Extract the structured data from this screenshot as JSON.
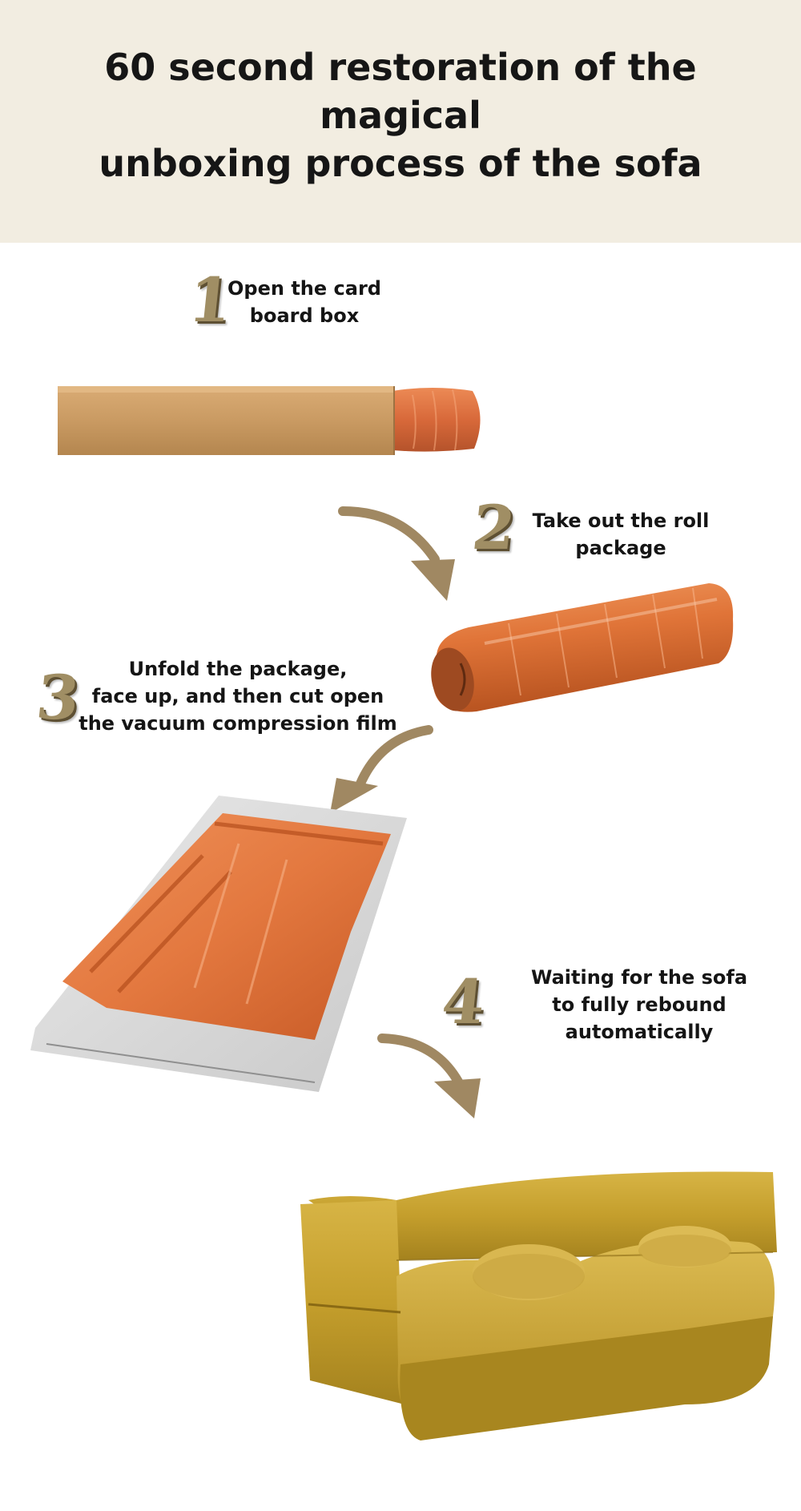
{
  "header": {
    "title": "60 second restoration of the magical\nunboxing process of the sofa"
  },
  "steps": [
    {
      "number": "1",
      "text": "Open the card\nboard box"
    },
    {
      "number": "2",
      "text": "Take out the roll\npackage"
    },
    {
      "number": "3",
      "text": "Unfold the package,\nface up, and then cut open\nthe vacuum compression film"
    },
    {
      "number": "4",
      "text": "Waiting for the sofa\nto fully rebound automatically"
    }
  ],
  "colors": {
    "header_bg": "#f2ede1",
    "box": "#c89a65",
    "wrap": "#e0733c",
    "arrow": "#a08862",
    "sofa": "#c9a333",
    "number_gold": "#a08e64"
  }
}
